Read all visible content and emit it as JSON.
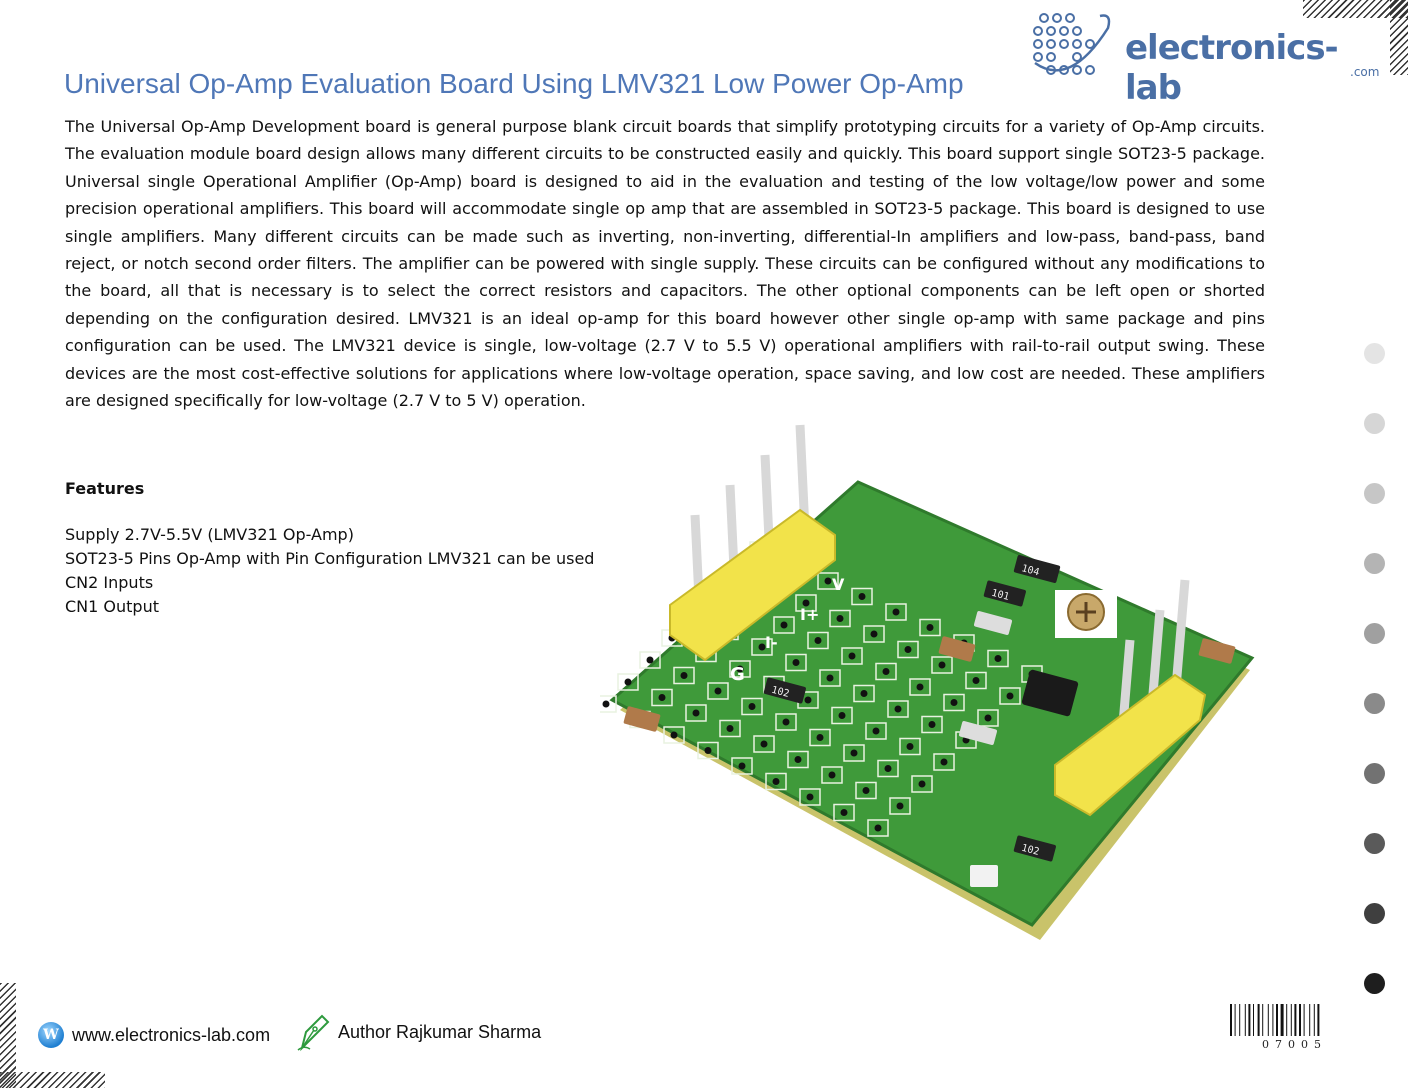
{
  "brand": {
    "name": "electronics-lab",
    "suffix": ".com"
  },
  "title": "Universal Op-Amp Evaluation Board Using LMV321 Low Power Op-Amp",
  "intro": "The Universal Op-Amp Development board is general purpose blank circuit boards that simplify prototyping circuits for a variety of Op-Amp circuits. The evaluation module board design allows many different circuits to be constructed easily and quickly. This board support single SOT23-5 package. Universal single Operational Amplifier (Op-Amp) board is designed to aid in the evaluation and testing of the low voltage/low power and some precision operational amplifiers. This board will accommodate single op amp that are assembled in SOT23-5 package. This board is designed to use single amplifiers. Many different circuits can be made such as inverting, non-inverting, differential-In amplifiers and low-pass, band-pass, band reject, or notch second order filters. The amplifier can be powered with single supply.  These circuits can be configured without any modifications to the board, all that is necessary is to select the correct resistors and capacitors. The other optional components can be left open or shorted depending on the configuration desired. LMV321 is an ideal op-amp for this board however other single op-amp with same package and pins configuration can be used. The LMV321 device is single, low-voltage (2.7 V to 5.5 V) operational amplifiers with rail-to-rail output swing. These devices are the most cost-effective solutions for applications where low-voltage operation, space saving, and low cost are needed. These amplifiers are designed specifically for low-voltage (2.7 V to 5 V) operation.",
  "features": {
    "heading": "Features",
    "items": [
      "Supply 2.7V-5.5V (LMV321 Op-Amp)",
      "SOT23-5 Pins Op-Amp with Pin Configuration LMV321 can be used",
      "CN2 Inputs",
      "CN1 Output"
    ]
  },
  "photo": {
    "header_labels": [
      "G",
      "I-",
      "I+",
      "V"
    ],
    "resistor_codes": [
      "104",
      "101",
      "102",
      "102"
    ]
  },
  "side_dots": {
    "colors": [
      "#e4e4e4",
      "#d6d6d6",
      "#c6c6c6",
      "#b4b4b4",
      "#a0a0a0",
      "#8a8a8a",
      "#727272",
      "#5a5a5a",
      "#3f3f3f",
      "#1e1e1e"
    ]
  },
  "footer": {
    "website": "www.electronics-lab.com",
    "author": "Author Rajkumar Sharma",
    "web_icon_letter": "W",
    "doc_number": "07005"
  }
}
